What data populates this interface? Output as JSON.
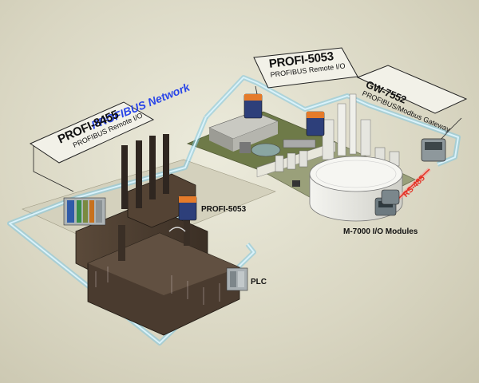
{
  "network_label": "PROFIBUS Network",
  "callouts": [
    {
      "id": "profi-8455",
      "title": "PROFI-8455",
      "subtitle": "PROFIBUS Remote I/O"
    },
    {
      "id": "profi-5053-top",
      "title": "PROFI-5053",
      "subtitle": "PROFIBUS Remote I/O"
    },
    {
      "id": "gw-7552",
      "title": "GW-7552",
      "subtitle": "PROFIBUS/Modbus Gateway"
    }
  ],
  "labels": {
    "profi_5053": "PROFI-5053",
    "plc": "PLC",
    "m7000": "M-7000 I/O Modules",
    "rs485": "RS-485"
  },
  "colors": {
    "network_line": "#9fd6ea",
    "network_text": "#2a46e8",
    "rs485": "#e33124",
    "callout_fill": "#f2f1e8"
  }
}
